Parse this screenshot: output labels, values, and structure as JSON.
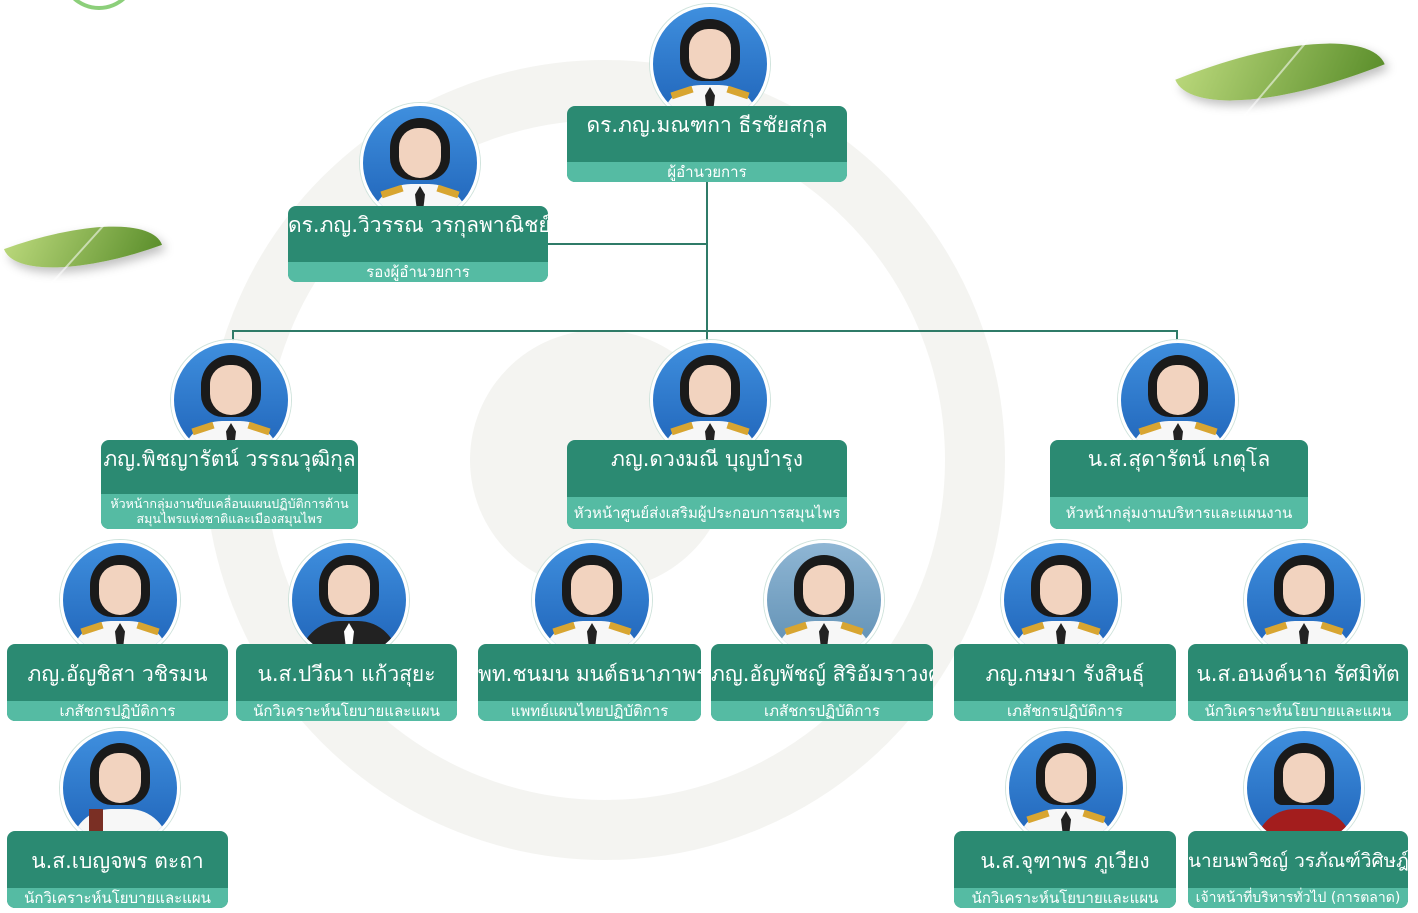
{
  "director": {
    "name": "ดร.ภญ.มณฑกา ธีรชัยสกุล",
    "role": "ผู้อำนวยการ"
  },
  "deputy": {
    "name": "ดร.ภญ.วิวรรณ วรกุลพาณิชย์",
    "role": "รองผู้อำนวยการ"
  },
  "groups": [
    {
      "head": {
        "name": "ภญ.พิชญารัตน์ วรรณวุฒิกุล",
        "role": "หัวหน้ากลุ่มงานขับเคลื่อนแผนปฏิบัติการด้านสมุนไพรแห่งชาติและเมืองสมุนไพร"
      },
      "staff": [
        {
          "name": "ภญ.อัญชิสา วชิรมน",
          "role": "เภสัชกรปฏิบัติการ"
        },
        {
          "name": "น.ส.ปวีณา แก้วสุยะ",
          "role": "นักวิเคราะห์นโยบายและแผน"
        },
        {
          "name": "น.ส.เบญจพร ตะถา",
          "role": "นักวิเคราะห์นโยบายและแผน"
        }
      ]
    },
    {
      "head": {
        "name": "ภญ.ดวงมณี บุญบำรุง",
        "role": "หัวหน้าศูนย์ส่งเสริมผู้ประกอบการสมุนไพร"
      },
      "staff": [
        {
          "name": "พท.ชนมน มนต์ธนาภาพร",
          "role": "แพทย์แผนไทยปฏิบัติการ"
        },
        {
          "name": "ภญ.อัญพัชญ์ สิริอัมราวงศ์",
          "role": "เภสัชกรปฏิบัติการ"
        }
      ]
    },
    {
      "head": {
        "name": "น.ส.สุดารัตน์ เกตุโล",
        "role": "หัวหน้ากลุ่มงานบริหารและแผนงาน"
      },
      "staff": [
        {
          "name": "ภญ.กษมา รังสินธุ์",
          "role": "เภสัชกรปฏิบัติการ"
        },
        {
          "name": "น.ส.อนงค์นาถ รัศมิทัต",
          "role": "นักวิเคราะห์นโยบายและแผน"
        },
        {
          "name": "น.ส.จุฑาพร ภูเวียง",
          "role": "นักวิเคราะห์นโยบายและแผน"
        },
        {
          "name": "นายนพวิชญ์ วรภัณฑ์วิศิษฎ์",
          "role": "เจ้าหน้าที่บริหารทั่วไป (การตลาด)"
        }
      ]
    }
  ],
  "colors": {
    "box": "#2b8a72",
    "role_bar": "#55bba3",
    "line": "#2f7b68"
  }
}
